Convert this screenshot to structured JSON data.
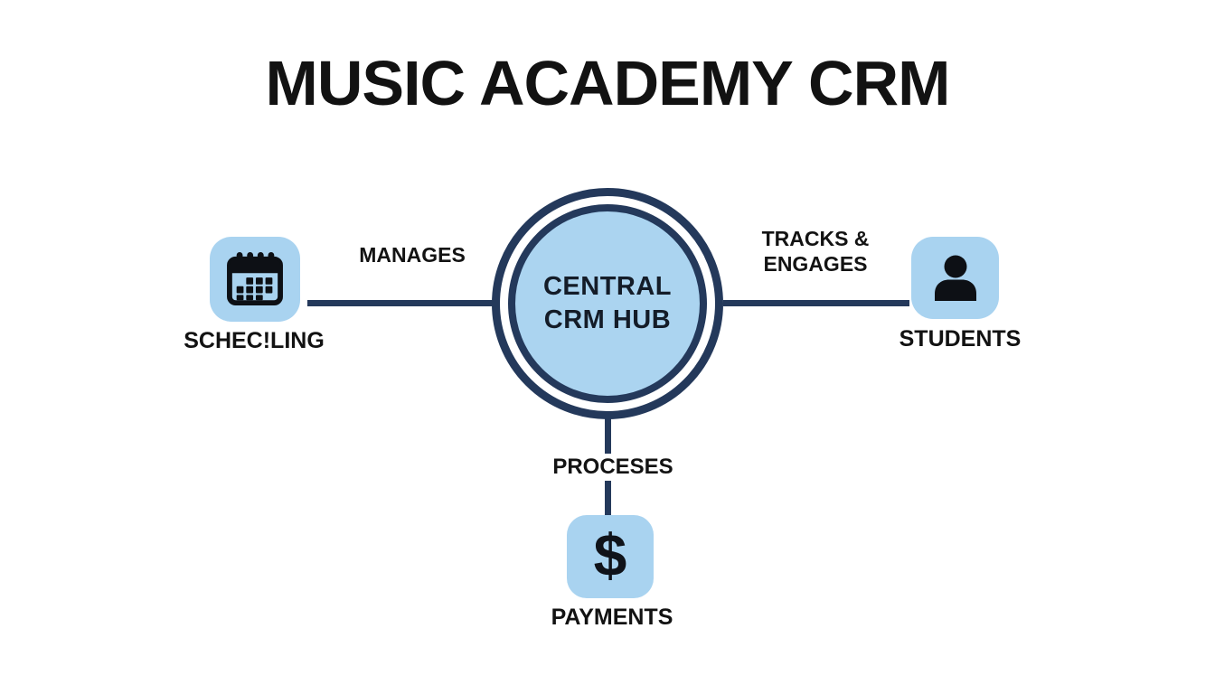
{
  "title": "MUSIC ACADEMY CRM",
  "hub": {
    "label_line1": "CENTRAL",
    "label_line2": "CRM HUB"
  },
  "edges": {
    "left": {
      "from": "scheduling",
      "to": "hub",
      "label": "MANAGES"
    },
    "right": {
      "from": "hub",
      "to": "students",
      "label_line1": "TRACKS &",
      "label_line2": "ENGAGES"
    },
    "bottom": {
      "from": "hub",
      "to": "payments",
      "label": "PROCESES"
    }
  },
  "nodes": {
    "scheduling": {
      "label": "SCHEC!LING",
      "icon": "calendar-icon"
    },
    "students": {
      "label": "STUDENTS",
      "icon": "person-icon"
    },
    "payments": {
      "label": "PAYMENTS",
      "icon": "dollar-sign-icon",
      "glyph": "$"
    }
  },
  "colors": {
    "node_fill": "#A9D3F0",
    "hub_fill": "#ABD4F0",
    "line_navy": "#24395B",
    "text_dark": "#121212",
    "background": "#FFFFFF"
  }
}
